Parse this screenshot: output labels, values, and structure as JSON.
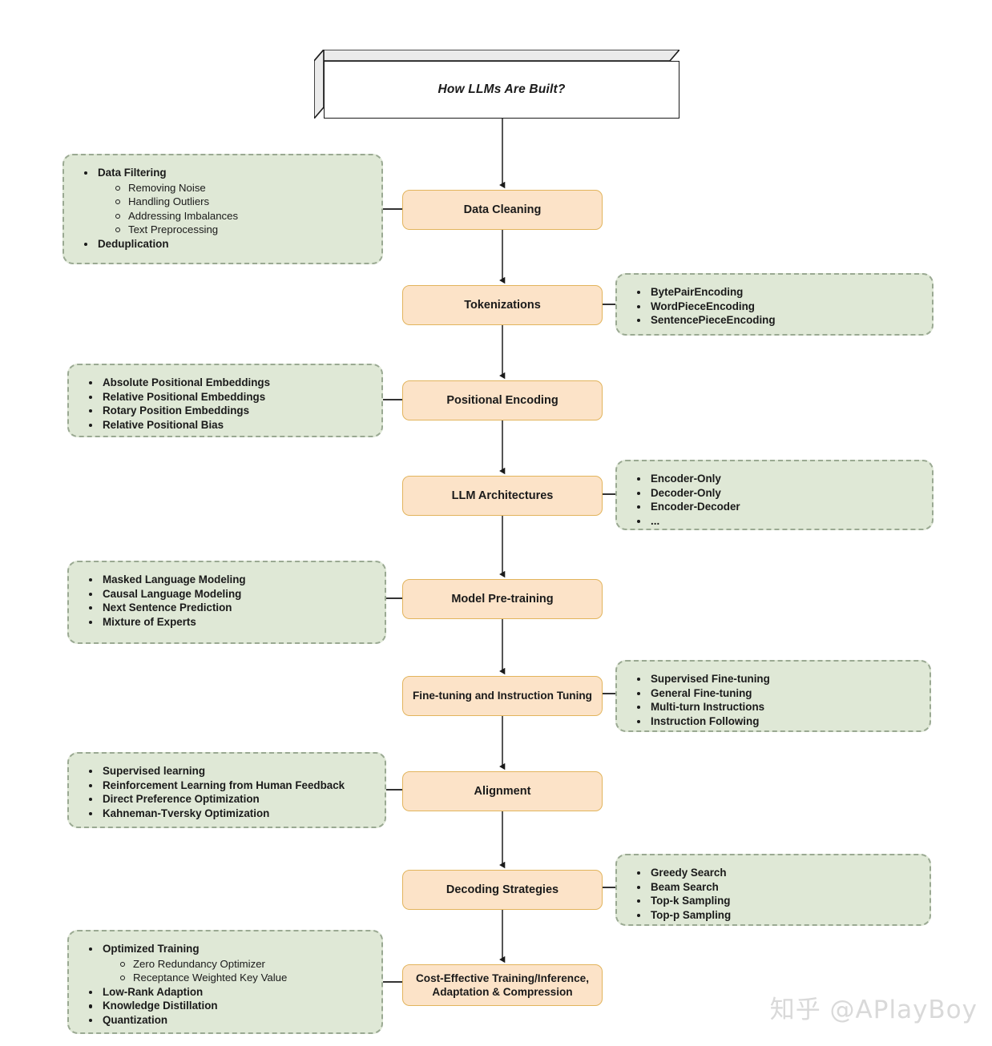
{
  "title": {
    "text": "How LLMs Are Built?"
  },
  "watermark": {
    "text": "知乎 @APlayBoy"
  },
  "colors": {
    "node_fill": "#fce3c8",
    "node_border": "#e2b45c",
    "note_fill": "#dfe8d6",
    "note_border": "#9aa992",
    "connector": "#555555",
    "text": "#1a1a1a",
    "watermark": "#d9d9d9",
    "background": "#ffffff"
  },
  "nodes": [
    {
      "id": "data-cleaning",
      "label": "Data Cleaning"
    },
    {
      "id": "tokenizations",
      "label": "Tokenizations"
    },
    {
      "id": "positional-encoding",
      "label": "Positional Encoding"
    },
    {
      "id": "llm-architectures",
      "label": "LLM Architectures"
    },
    {
      "id": "model-pre-training",
      "label": "Model Pre-training"
    },
    {
      "id": "fine-tuning-and-instruction-tuning",
      "label": "Fine-tuning and Instruction Tuning"
    },
    {
      "id": "alignment",
      "label": "Alignment"
    },
    {
      "id": "decoding-strategies",
      "label": "Decoding Strategies"
    },
    {
      "id": "cost-effective",
      "label_line1": "Cost-Effective Training/Inference,",
      "label_line2": "Adaptation & Compression"
    }
  ],
  "notes": {
    "data_cleaning": {
      "side": "left",
      "items": [
        {
          "text": "Data Filtering",
          "children": [
            "Removing Noise",
            "Handling Outliers",
            "Addressing Imbalances",
            "Text Preprocessing"
          ]
        },
        {
          "text": "Deduplication",
          "children": []
        }
      ]
    },
    "tokenizations": {
      "side": "right",
      "items": [
        {
          "text": "BytePairEncoding",
          "children": []
        },
        {
          "text": "WordPieceEncoding",
          "children": []
        },
        {
          "text": "SentencePieceEncoding",
          "children": []
        }
      ]
    },
    "positional_encoding": {
      "side": "left",
      "items": [
        {
          "text": "Absolute Positional Embeddings",
          "children": []
        },
        {
          "text": "Relative Positional Embeddings",
          "children": []
        },
        {
          "text": "Rotary Position Embeddings",
          "children": []
        },
        {
          "text": "Relative Positional Bias",
          "children": []
        }
      ]
    },
    "llm_architectures": {
      "side": "right",
      "items": [
        {
          "text": "Encoder-Only",
          "children": []
        },
        {
          "text": "Decoder-Only",
          "children": []
        },
        {
          "text": "Encoder-Decoder",
          "children": []
        },
        {
          "text": "...",
          "children": []
        }
      ]
    },
    "model_pre_training": {
      "side": "left",
      "items": [
        {
          "text": "Masked Language Modeling",
          "children": []
        },
        {
          "text": "Causal Language Modeling",
          "children": []
        },
        {
          "text": "Next Sentence Prediction",
          "children": []
        },
        {
          "text": "Mixture of Experts",
          "children": []
        }
      ]
    },
    "fine_tuning": {
      "side": "right",
      "items": [
        {
          "text": "Supervised Fine-tuning",
          "children": []
        },
        {
          "text": "General Fine-tuning",
          "children": []
        },
        {
          "text": "Multi-turn Instructions",
          "children": []
        },
        {
          "text": "Instruction Following",
          "children": []
        }
      ]
    },
    "alignment": {
      "side": "left",
      "items": [
        {
          "text": "Supervised learning",
          "children": []
        },
        {
          "text": "Reinforcement Learning from Human Feedback",
          "children": []
        },
        {
          "text": "Direct Preference Optimization",
          "children": []
        },
        {
          "text": "Kahneman-Tversky Optimization",
          "children": []
        }
      ]
    },
    "decoding_strategies": {
      "side": "right",
      "items": [
        {
          "text": "Greedy Search",
          "children": []
        },
        {
          "text": "Beam Search",
          "children": []
        },
        {
          "text": "Top-k Sampling",
          "children": []
        },
        {
          "text": "Top-p Sampling",
          "children": []
        }
      ]
    },
    "cost_effective": {
      "side": "left",
      "items": [
        {
          "text": "Optimized Training",
          "children": [
            "Zero Redundancy Optimizer",
            "Receptance Weighted Key Value"
          ]
        },
        {
          "text": "Low-Rank Adaption",
          "children": []
        },
        {
          "text": "Knowledge Distillation",
          "children": []
        },
        {
          "text": "Quantization",
          "children": []
        }
      ]
    }
  }
}
